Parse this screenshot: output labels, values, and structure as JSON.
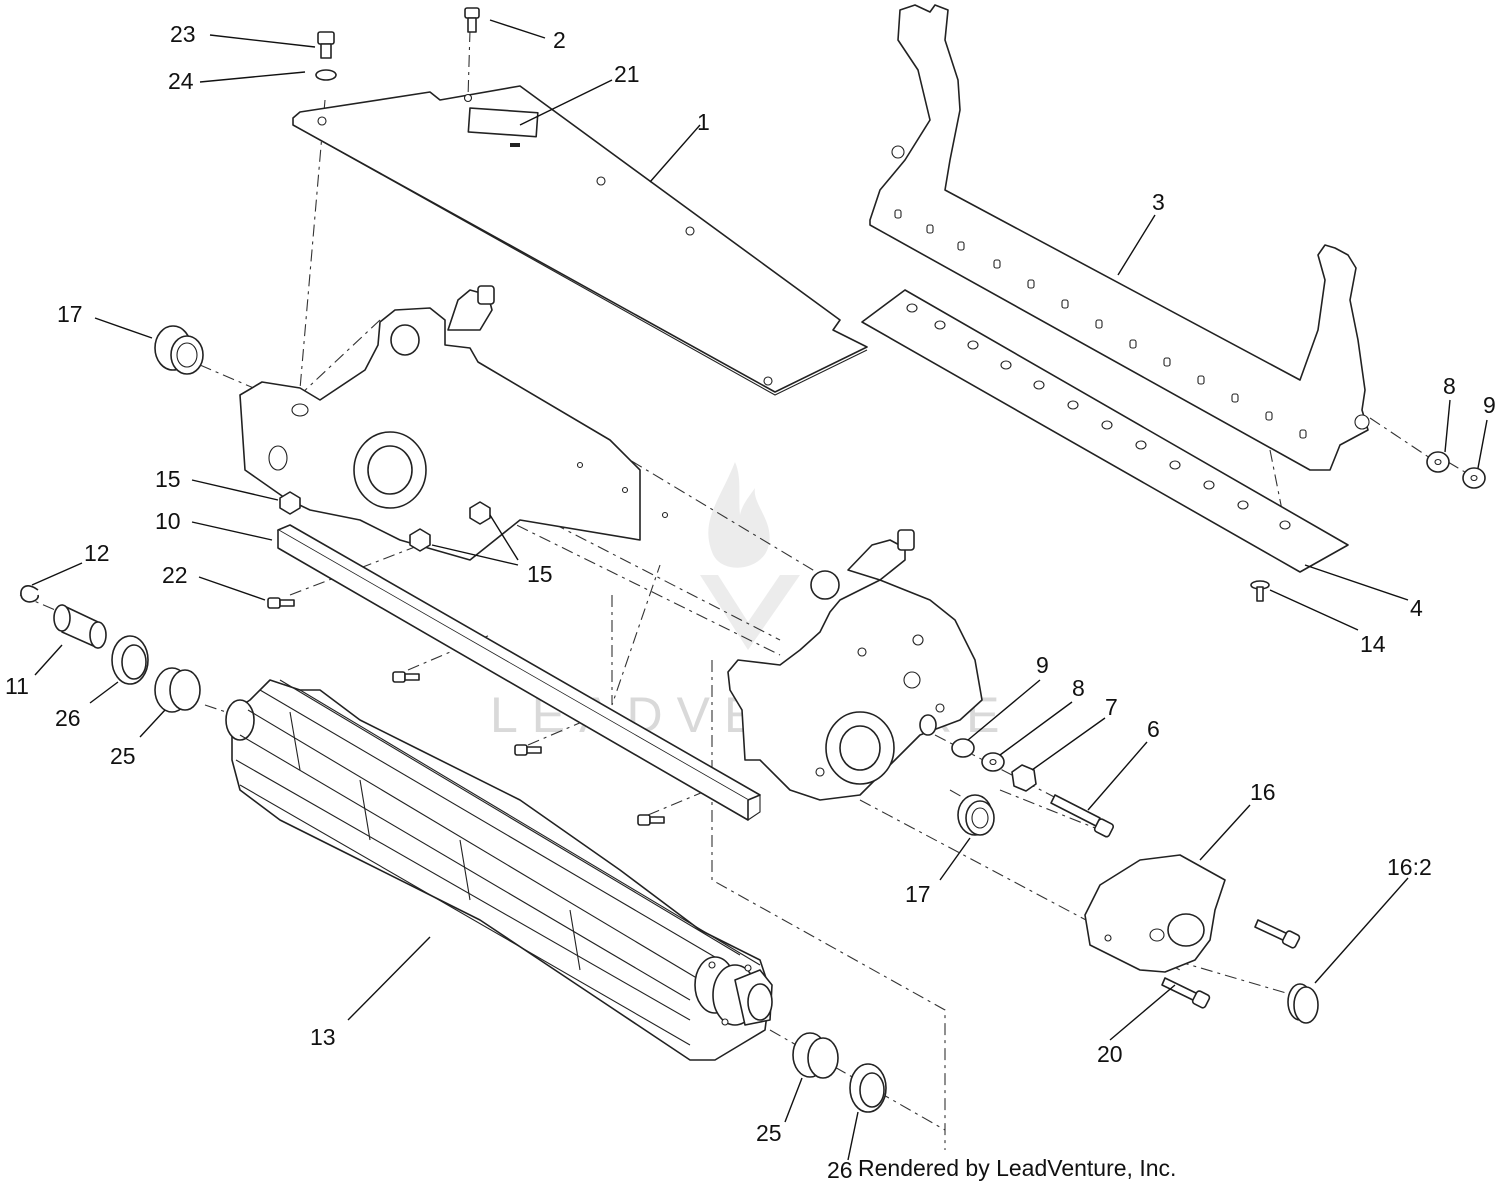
{
  "watermark": {
    "brand": "LEADVENTURE",
    "logo_icon": "flame-v-logo-icon",
    "color": "#d9d9d9"
  },
  "footer": {
    "rendered_by": "Rendered by LeadVenture, Inc."
  },
  "callouts": {
    "c1": "1",
    "c2": "2",
    "c3": "3",
    "c4": "4",
    "c6": "6",
    "c7": "7",
    "c8a": "8",
    "c8b": "8",
    "c9a": "9",
    "c9b": "9",
    "c10": "10",
    "c11": "11",
    "c12": "12",
    "c13": "13",
    "c14": "14",
    "c15a": "15",
    "c15b": "15",
    "c16": "16",
    "c16_2": "16:2",
    "c17a": "17",
    "c17b": "17",
    "c20": "20",
    "c21": "21",
    "c22": "22",
    "c23": "23",
    "c24": "24",
    "c25a": "25",
    "c25b": "25",
    "c26a": "26",
    "c26b": "26"
  },
  "parts": {
    "shield_plate": "part-1",
    "bar": "part-3",
    "bedknife": "part-4",
    "side_plate_left": "side-plate-left",
    "side_plate_right": "side-plate-right",
    "reel": "part-13",
    "cover": "part-16",
    "bedbar": "part-10"
  }
}
